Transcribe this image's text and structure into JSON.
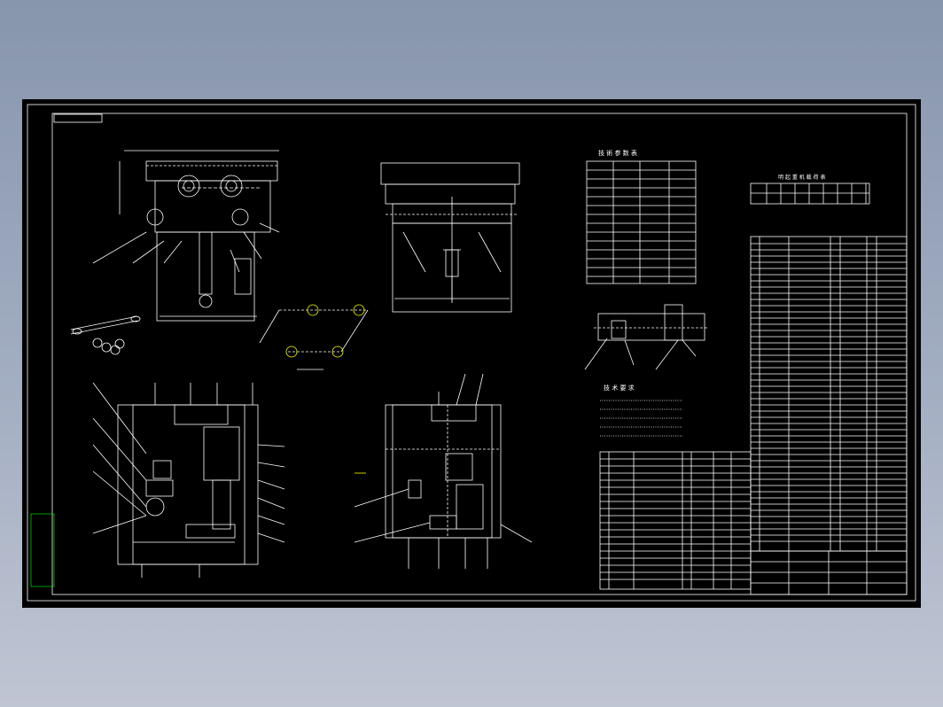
{
  "drawing": {
    "title_tag": "",
    "tables": {
      "params_title": "技 術 参 数 表",
      "loading_title": "明 起 重 机 载 荷 表",
      "notes_title": "技 术 要 求"
    },
    "views": {
      "chain_label": "",
      "trolley_label": ""
    },
    "layer_panel": {
      "items": []
    }
  },
  "colors": {
    "background": "#000000",
    "line": "#ffffff",
    "accent_yellow": "#ffff00",
    "layer_green": "#00ff00",
    "desktop": "#98a3b8"
  }
}
